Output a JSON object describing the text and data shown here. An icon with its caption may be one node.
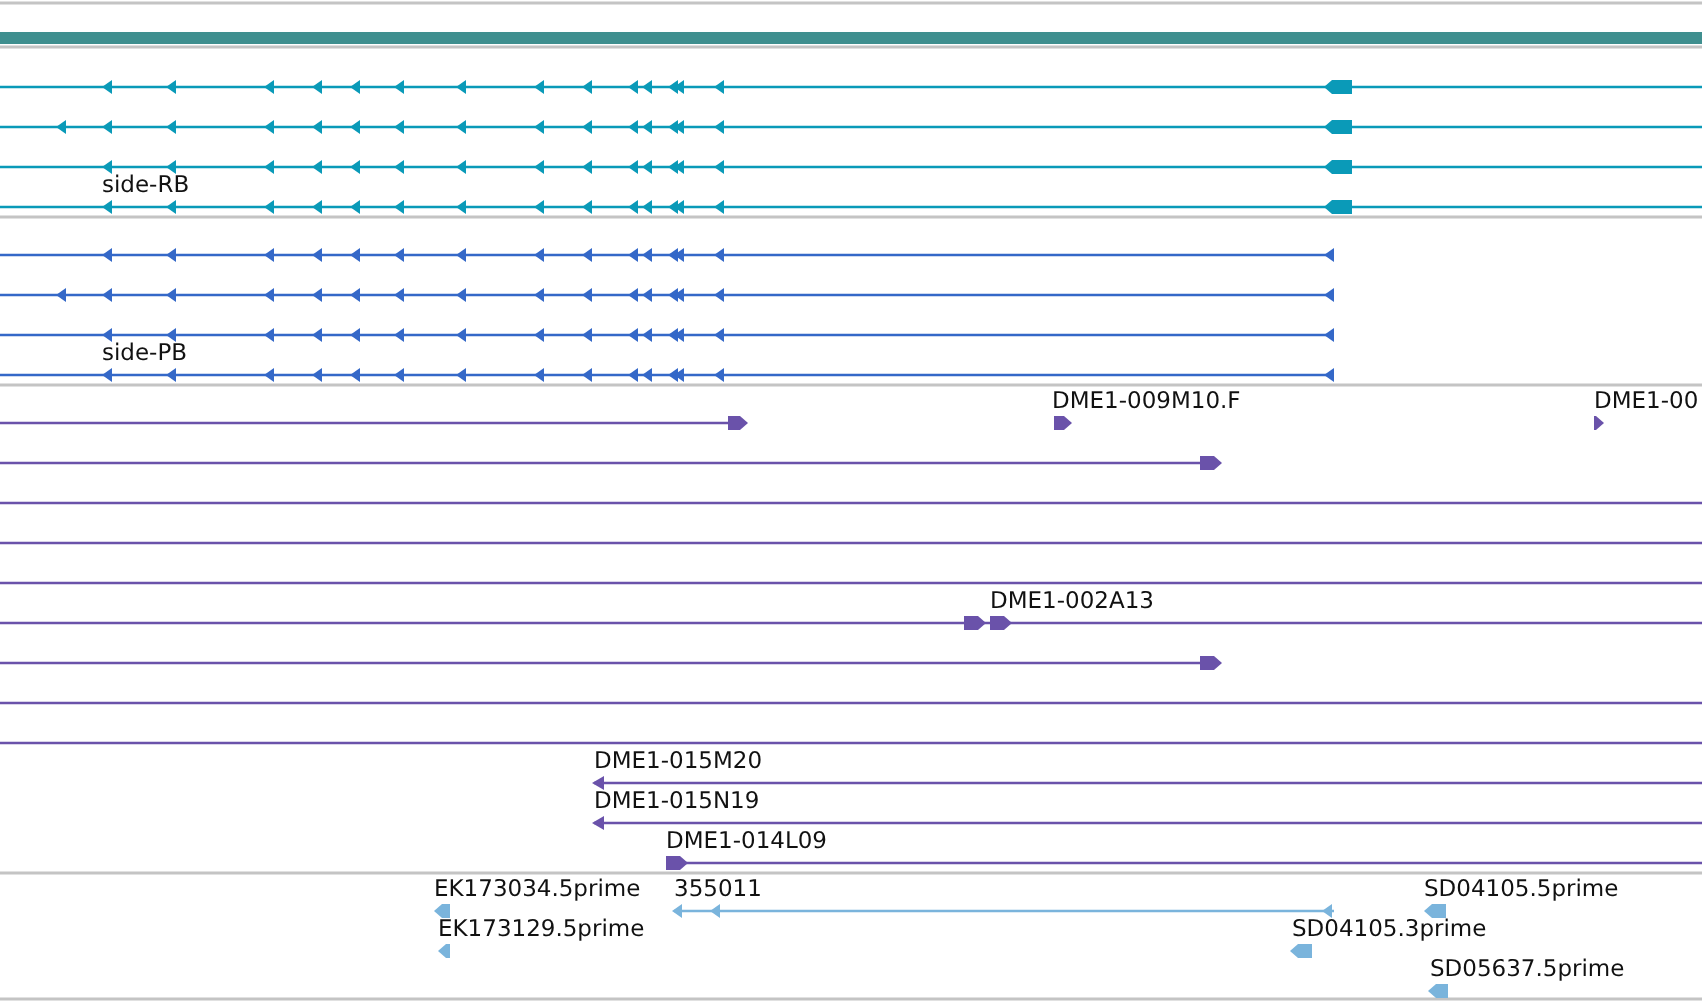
{
  "diagram": {
    "labels": [
      "side-RB",
      "side-PB",
      "DME1-009M10.F",
      "DME1-00",
      "DME1-002A13",
      "DME1-015M20",
      "DME1-015N19",
      "DME1-014L09",
      "EK173034.5prime",
      "355011",
      "SD04105.5prime",
      "EK173129.5prime",
      "SD04105.3prime",
      "SD05637.5prime"
    ]
  }
}
